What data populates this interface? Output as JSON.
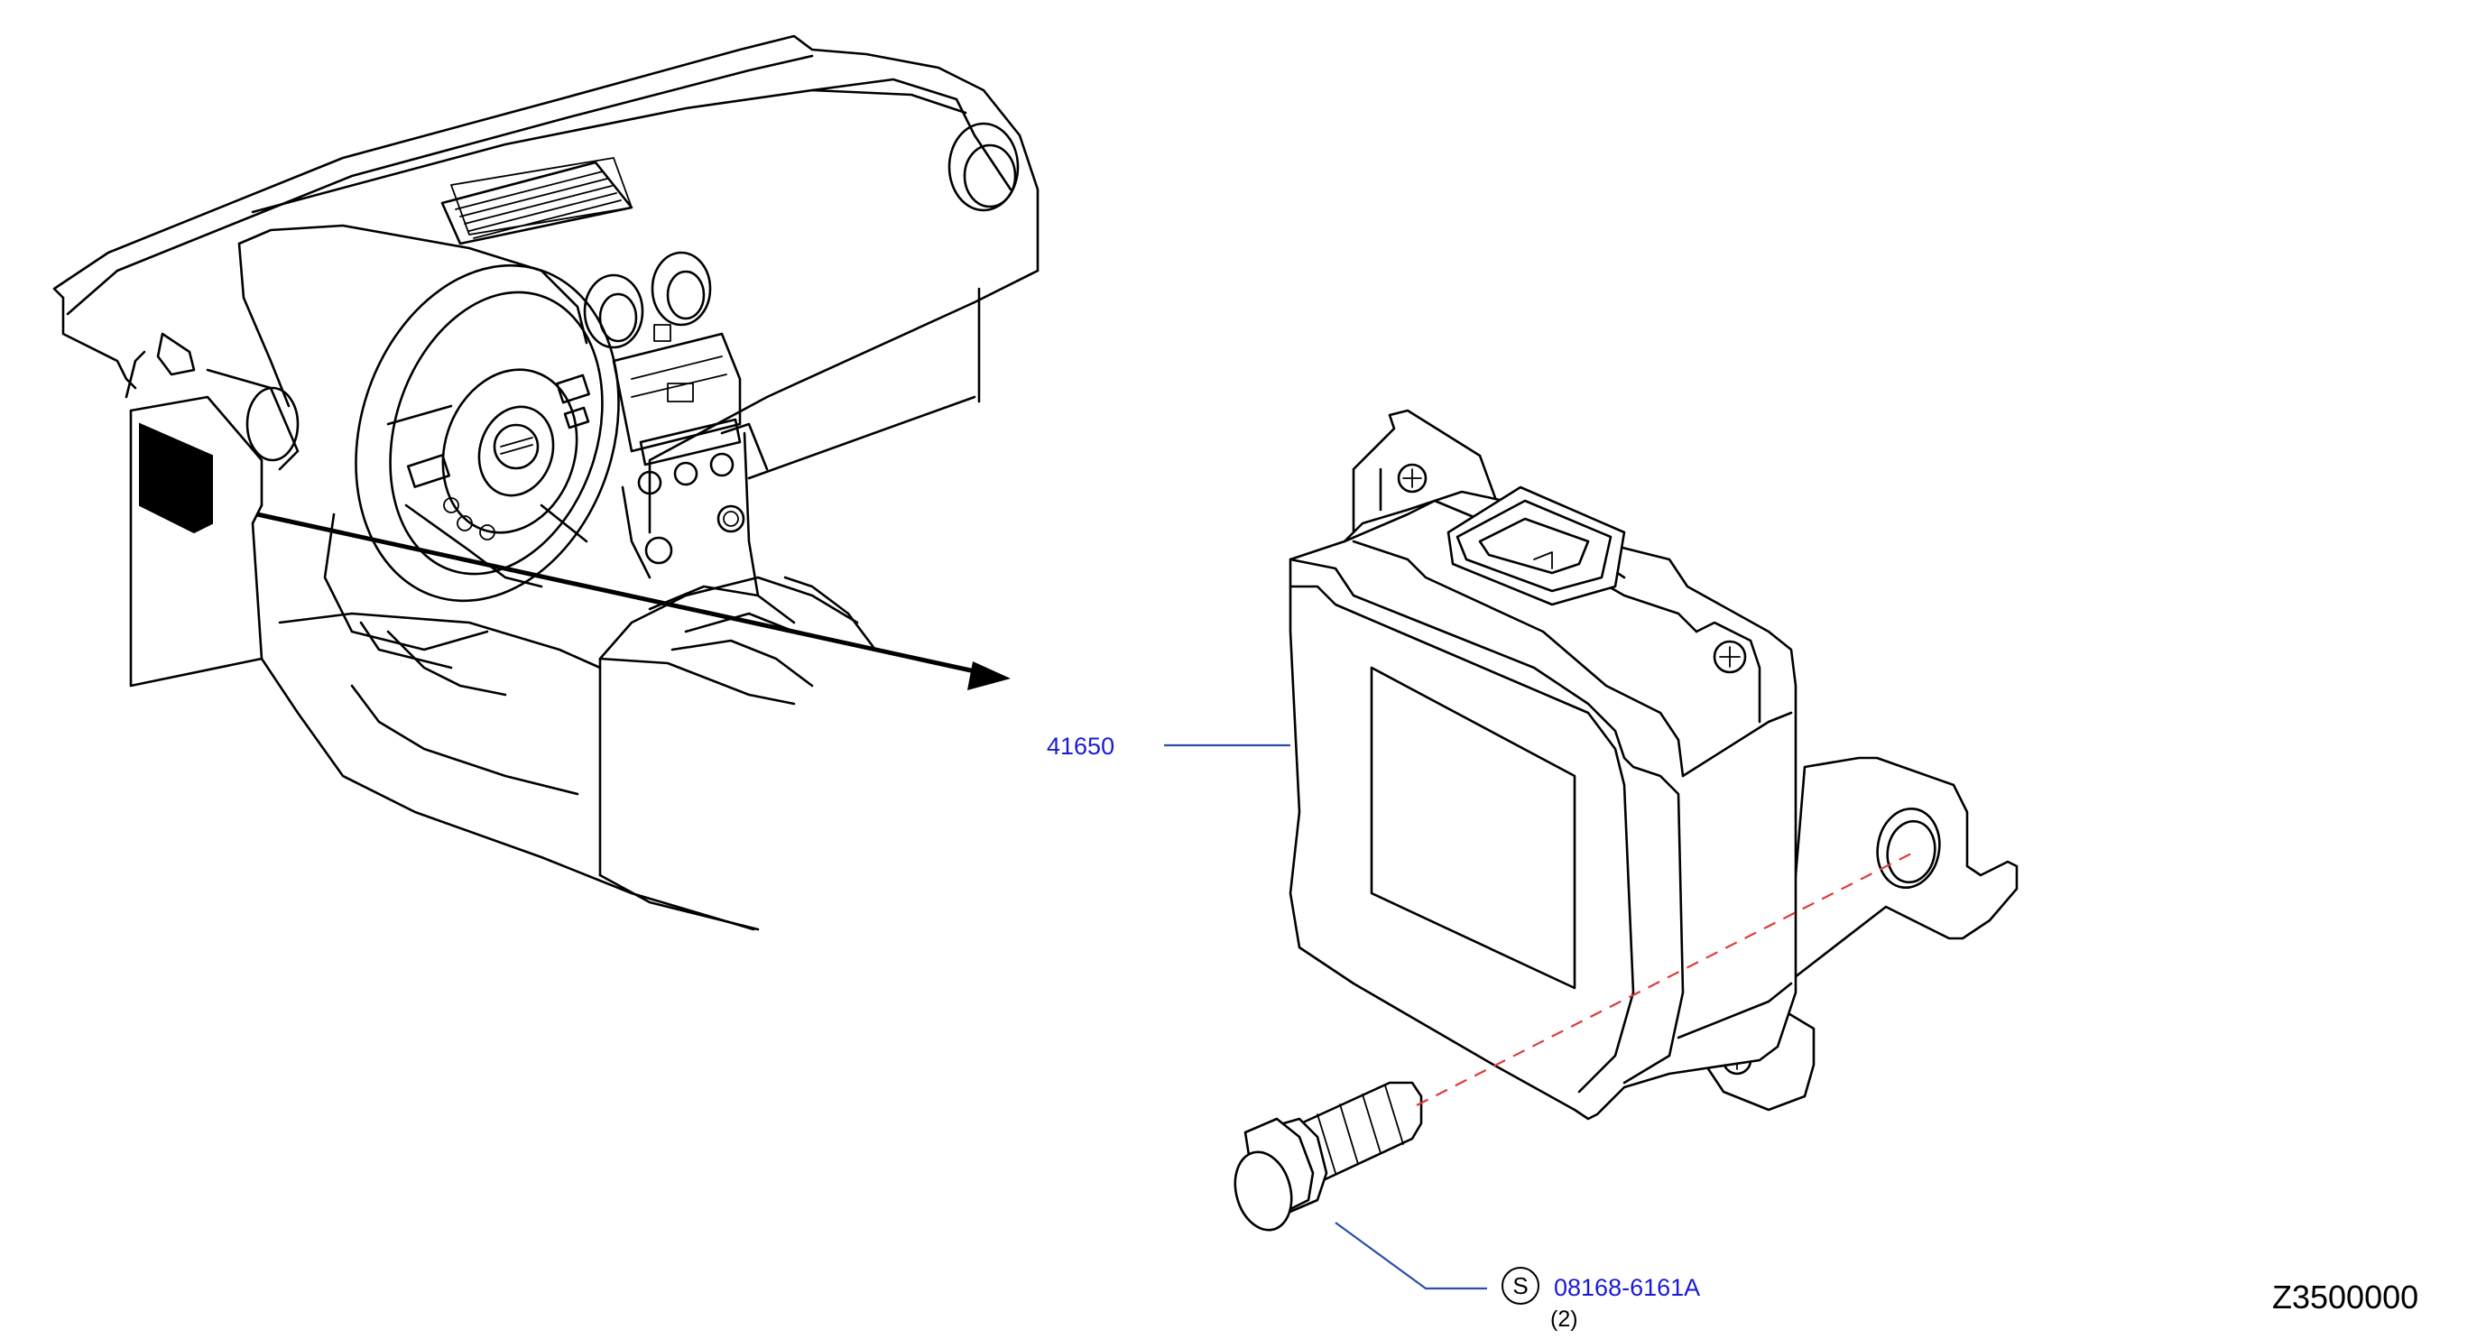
{
  "callouts": {
    "control_unit": {
      "part_number": "41650"
    },
    "bolt": {
      "symbol": "S",
      "part_number": "08168-6161A",
      "quantity": "(2)"
    }
  },
  "diagram_code": "Z3500000",
  "colors": {
    "part_number_text": "#1a1ad6",
    "leader_line": "#2a4fa8",
    "center_line": "#e03a3a",
    "line_art": "#000000"
  },
  "icons": {
    "location_marker": "black-square-marker",
    "direction_arrow": "arrow-right",
    "standard_part_symbol": "circled-s"
  }
}
